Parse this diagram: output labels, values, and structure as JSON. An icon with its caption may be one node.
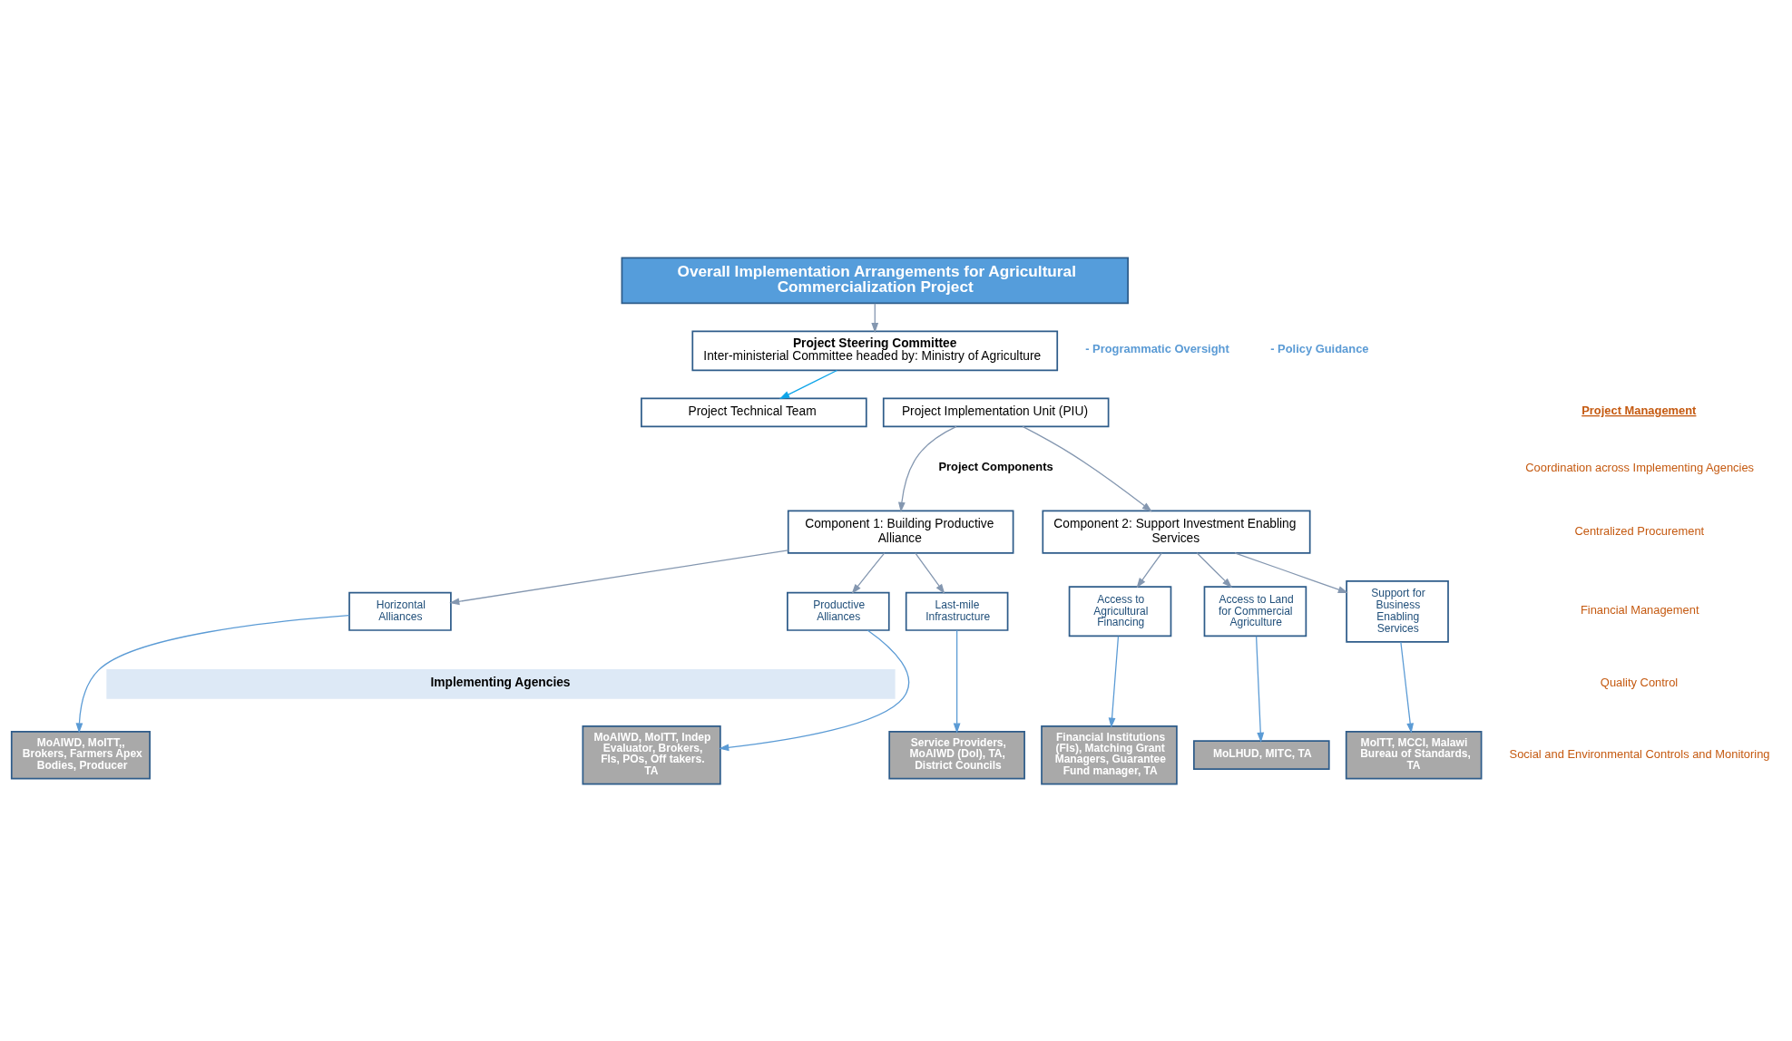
{
  "diagram": {
    "nodes": [
      {
        "text": [
          "Overall Implementation Arrangements for Agricultural Commercialization Project"
        ]
      },
      {
        "text": [
          "Project Steering Committee",
          "Inter-ministerial Committee headed by: Ministry of Agriculture"
        ]
      },
      {
        "text": [
          "Project Technical Team"
        ]
      },
      {
        "text": [
          "Project Implementation Unit (PIU)"
        ]
      },
      {
        "text": [
          "Component 1: Building Productive Alliance"
        ]
      },
      {
        "text": [
          "Component 2: Support Investment Enabling Services"
        ]
      },
      {
        "text": [
          "Horizontal Alliances"
        ]
      },
      {
        "text": [
          "Productive Alliances"
        ]
      },
      {
        "text": [
          "Last-mile Infrastructure"
        ]
      },
      {
        "text": [
          "Access to Agricultural Financing"
        ]
      },
      {
        "text": [
          "Access to Land for Commercial Agriculture"
        ]
      },
      {
        "text": [
          "Support for Business Enabling Services"
        ]
      },
      {
        "text": [
          "Implementing Agencies"
        ]
      },
      {
        "text": [
          "MoAIWD, MoITT,, Brokers, Farmers Apex Bodies, Producer"
        ]
      },
      {
        "text": [
          "MoAIWD, MoITT, Indep Evaluator, Brokers, FIs, POs, Off takers. TA"
        ]
      },
      {
        "text": [
          "Service Providers, MoAIWD (DoI), TA, District Councils"
        ]
      },
      {
        "text": [
          "Financial Institutions (FIs), Matching Grant Managers, Guarantee Fund manager, TA"
        ]
      },
      {
        "text": [
          "MoLHUD, MITC, TA"
        ]
      },
      {
        "text": [
          "MoITT, MCCI, Malawi Bureau of Standards, TA"
        ]
      }
    ],
    "edges": [
      {
        "from": 0,
        "to": 1,
        "arrow": "to"
      },
      {
        "from": 1,
        "to": 2,
        "arrow": "to",
        "color": "#0ea5e9"
      },
      {
        "from": 3,
        "to": 4,
        "arrow": "to"
      },
      {
        "from": 3,
        "to": 5,
        "arrow": "to"
      },
      {
        "from": 4,
        "to": 6,
        "arrow": "to"
      },
      {
        "from": 4,
        "to": 7,
        "arrow": "to"
      },
      {
        "from": 4,
        "to": 8,
        "arrow": "to"
      },
      {
        "from": 5,
        "to": 9,
        "arrow": "to"
      },
      {
        "from": 5,
        "to": 10,
        "arrow": "to"
      },
      {
        "from": 5,
        "to": 11,
        "arrow": "to"
      },
      {
        "from": 6,
        "to": 13,
        "arrow": "to",
        "color": "#5b9bd5"
      },
      {
        "from": 7,
        "to": 14,
        "arrow": "to",
        "color": "#5b9bd5"
      },
      {
        "from": 8,
        "to": 15,
        "arrow": "to",
        "color": "#5b9bd5"
      },
      {
        "from": 9,
        "to": 16,
        "arrow": "to",
        "color": "#5b9bd5"
      },
      {
        "from": 10,
        "to": 17,
        "arrow": "to",
        "color": "#5b9bd5"
      },
      {
        "from": 11,
        "to": 18,
        "arrow": "to",
        "color": "#5b9bd5"
      }
    ],
    "labels": [
      "- Programmatic Oversight",
      "- Policy Guidance",
      "Project Management",
      "Coordination across Implementing Agencies",
      "Centralized Procurement",
      "Financial Management",
      "Quality Control",
      "Social and Environmental Controls and Monitoring",
      "Project Components"
    ]
  }
}
